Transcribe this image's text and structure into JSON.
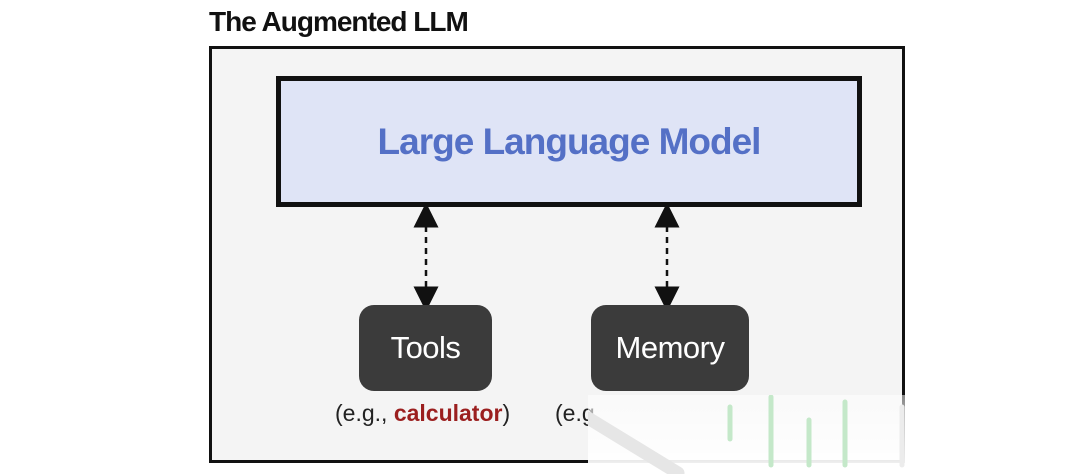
{
  "diagram": {
    "title": "The Augmented LLM",
    "llm_label": "Large Language Model",
    "modules": {
      "tools": {
        "label": "Tools",
        "caption_prefix": "(e.g., ",
        "caption_highlight": "calculator",
        "caption_suffix": ")"
      },
      "memory": {
        "label": "Memory",
        "caption_visible": "(e.g"
      }
    },
    "colors": {
      "llm_text": "#5470c6",
      "llm_fill": "#dfe4f6",
      "module_fill": "#3b3b3b",
      "highlight": "#9b1f1f"
    }
  }
}
